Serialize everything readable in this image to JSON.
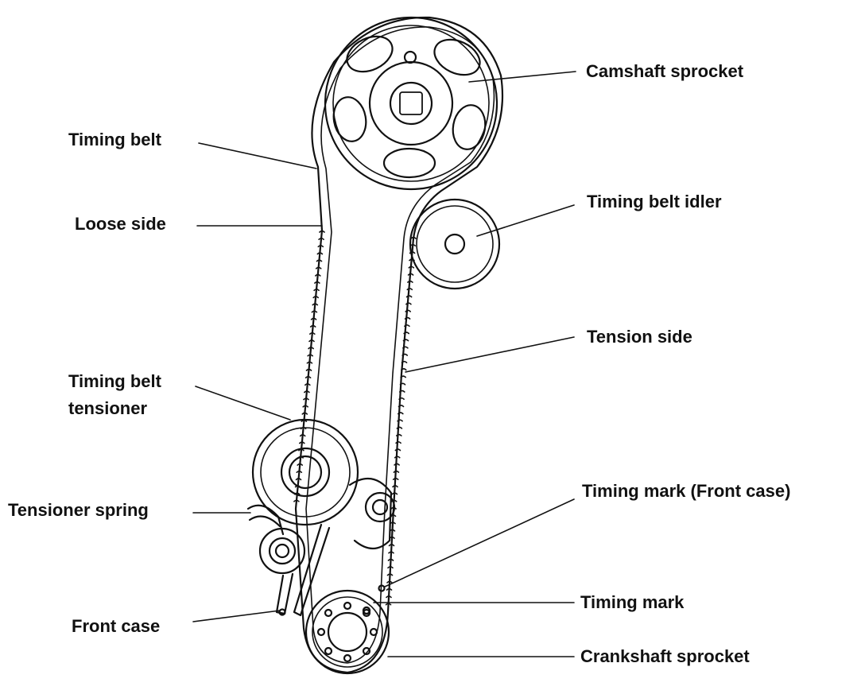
{
  "labels": {
    "camshaft_sprocket": "Camshaft sprocket",
    "timing_belt": "Timing belt",
    "timing_belt_idler": "Timing belt idler",
    "loose_side": "Loose side",
    "tension_side": "Tension side",
    "timing_belt_tensioner_line1": "Timing belt",
    "timing_belt_tensioner_line2": "tensioner",
    "tensioner_spring": "Tensioner spring",
    "timing_mark_front_case": "Timing mark (Front case)",
    "timing_mark": "Timing mark",
    "front_case": "Front case",
    "crankshaft_sprocket": "Crankshaft sprocket"
  },
  "colors": {
    "ink": "#111111",
    "background": "#ffffff"
  }
}
